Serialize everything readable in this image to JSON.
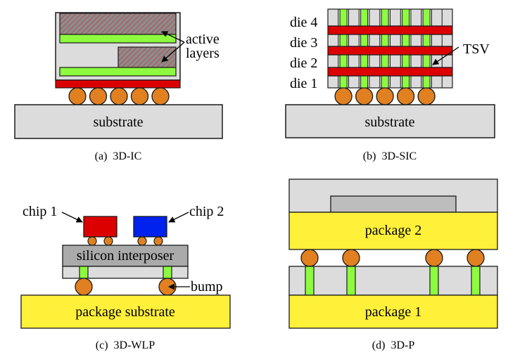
{
  "colors": {
    "light_gray": "#dcdcdc",
    "dark_gray": "#aaaaaa",
    "mid_gray": "#bdbdbd",
    "hatch_fill": "#8c8c8c",
    "hatch_line": "#dd2222",
    "green": "#8dfb3f",
    "red": "#dd0000",
    "blue": "#0022ee",
    "orange": "#e08020",
    "yellow": "#fff03a",
    "stroke": "#1a1a1a"
  },
  "panels": {
    "a": {
      "caption": "(a)  3D-IC",
      "annotation_line1": "active",
      "annotation_line2": "layers",
      "substrate_label": "substrate",
      "bump_count": 5
    },
    "b": {
      "caption": "(b)  3D-SIC",
      "die_labels": [
        "die 4",
        "die 3",
        "die 2",
        "die 1"
      ],
      "tsv_label": "TSV",
      "substrate_label": "substrate",
      "tsv_count": 5,
      "bump_count": 5
    },
    "c": {
      "caption": "(c)  3D-WLP",
      "chip1_label": "chip 1",
      "chip2_label": "chip 2",
      "interposer_label": "silicon interposer",
      "bump_label": "bump",
      "substrate_label": "package substrate"
    },
    "d": {
      "caption": "(d)  3D-P",
      "package2_label": "package 2",
      "package1_label": "package 1",
      "bump_count": 4
    }
  }
}
